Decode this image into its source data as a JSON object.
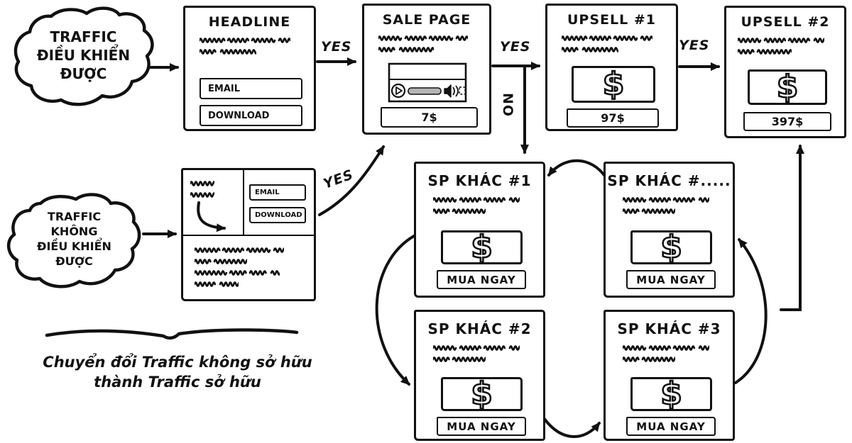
{
  "sources": {
    "controlled": {
      "lines": [
        "TRAFFIC",
        "ĐIỀU KHIỂN",
        "ĐƯỢC"
      ]
    },
    "uncontrolled": {
      "lines": [
        "TRAFFIC",
        "KHÔNG",
        "ĐIỀU KHIỂN",
        "ĐƯỢC"
      ]
    }
  },
  "boxes": {
    "headline": {
      "title": "HEADLINE",
      "email_label": "EMAIL",
      "download_label": "DOWNLOAD"
    },
    "sale_page": {
      "title": "SALE PAGE",
      "price": "7$"
    },
    "upsell1": {
      "title": "UPSELL #1",
      "price": "97$",
      "dollar": "$"
    },
    "upsell2": {
      "title": "UPSELL #2",
      "price": "397$",
      "dollar": "$"
    },
    "optin": {
      "email_label": "EMAIL",
      "download_label": "DOWNLOAD"
    },
    "sp1": {
      "title": "SP KHÁC #1",
      "cta": "MUA NGAY",
      "dollar": "$"
    },
    "sp_n": {
      "title": "SP KHÁC #.....",
      "cta": "MUA NGAY",
      "dollar": "$"
    },
    "sp2": {
      "title": "SP KHÁC #2",
      "cta": "MUA NGAY",
      "dollar": "$"
    },
    "sp3": {
      "title": "SP KHÁC #3",
      "cta": "MUA NGAY",
      "dollar": "$"
    }
  },
  "labels": {
    "yes_headline_sale": "YES",
    "yes_sale_upsell1": "YES",
    "yes_upsell1_upsell2": "YES",
    "yes_optin_sale": "YES",
    "no_sale_sp": "NO"
  },
  "caption": {
    "line1": "Chuyển đổi Traffic không sở hữu",
    "line2": "thành Traffic sở hữu"
  },
  "colors": {
    "ink": "#111111",
    "paper": "#ffffff",
    "progress_bar": "#b5b5b5"
  }
}
